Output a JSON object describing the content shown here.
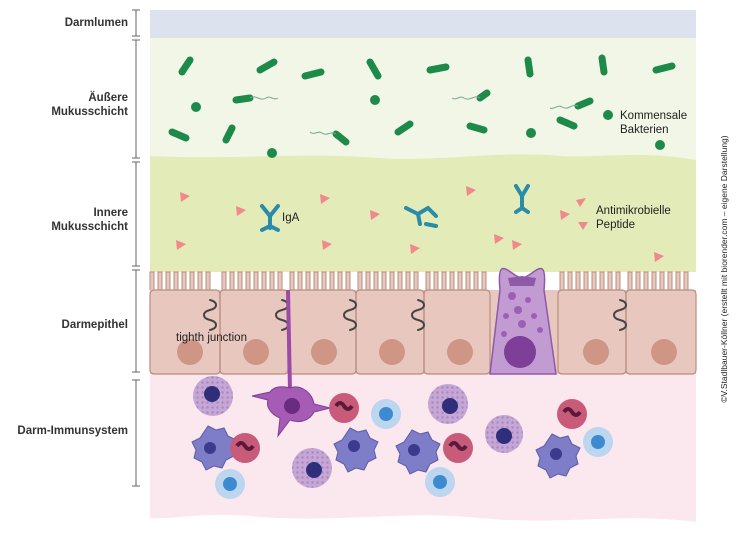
{
  "layers": [
    {
      "key": "lumen",
      "label": "Darmlumen"
    },
    {
      "key": "outer_mucus",
      "label": "Äußere Mukusschicht"
    },
    {
      "key": "inner_mucus",
      "label": "Innere Mukusschicht"
    },
    {
      "key": "epithelium",
      "label": "Darmepithel"
    },
    {
      "key": "immune",
      "label": "Darm-Immunsystem"
    }
  ],
  "annotations": {
    "commensal": "Kommensale Bakterien",
    "iga": "IgA",
    "amp": "Antimikrobielle Peptide",
    "tight_junction": "tighth junction"
  },
  "credit": "©V.Stadlbauer-Köllner (erstellt mit biorender.com – eigene Darstellung)",
  "colors": {
    "lumen": "#dde3ee",
    "outer_mucus": "#f1f6e6",
    "inner_mucus": "#e3ebb9",
    "epithelium_cell": "#e8c8be",
    "nucleus": "#cf9585",
    "goblet": "#c39bd3",
    "immune_bg": "#fbe7ee",
    "bacteria": "#1e8a4a",
    "iga": "#2a8ca8",
    "peptide": "#f08a8a"
  }
}
